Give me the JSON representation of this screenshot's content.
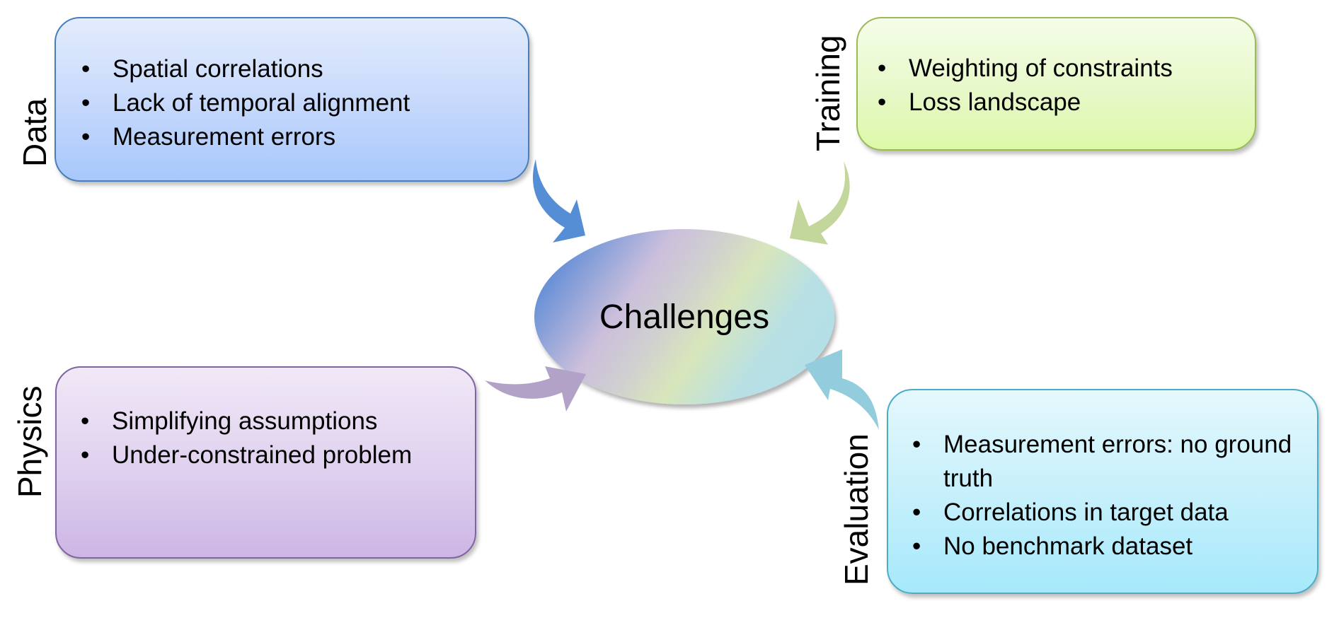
{
  "center": {
    "label": "Challenges"
  },
  "categories": {
    "data": {
      "title": "Data",
      "color": "#558ed5",
      "items": [
        "Spatial correlations",
        "Lack of temporal alignment",
        "Measurement errors"
      ]
    },
    "training": {
      "title": "Training",
      "color": "#c3d69b",
      "items": [
        "Weighting of constraints",
        "Loss landscape"
      ]
    },
    "physics": {
      "title": "Physics",
      "color": "#b3a2c7",
      "items": [
        "Simplifying assumptions",
        "Under-constrained problem"
      ]
    },
    "evaluation": {
      "title": "Evaluation",
      "color": "#93cddd",
      "items": [
        "Measurement errors: no ground truth",
        "Correlations in target data",
        "No benchmark dataset"
      ]
    }
  },
  "bullet": "•"
}
